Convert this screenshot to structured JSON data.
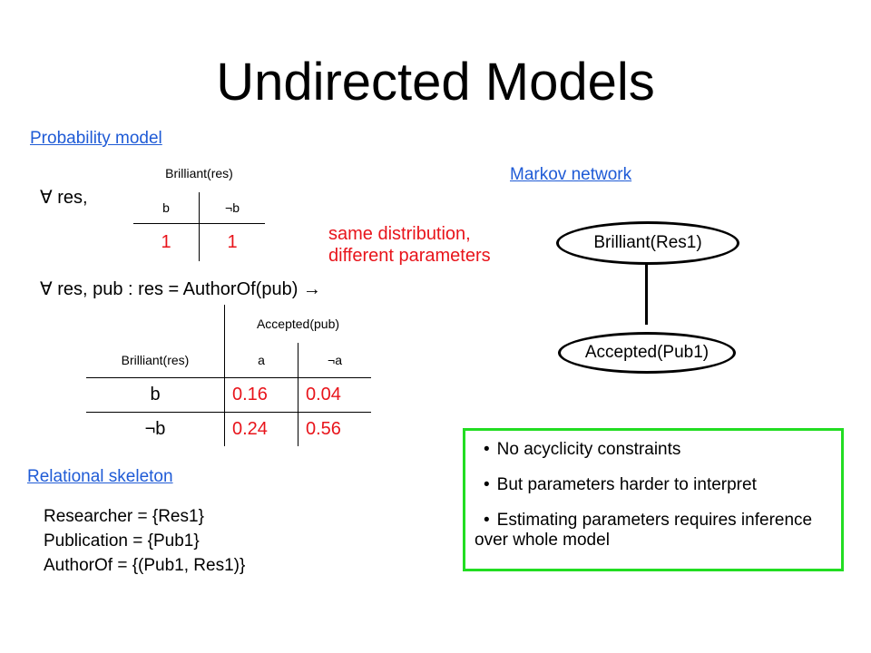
{
  "title": "Undirected Models",
  "links": {
    "probability_model": "Probability model",
    "markov_network": "Markov network",
    "relational_skeleton": "Relational skeleton"
  },
  "quantifier1": "∀ res,",
  "quantifier2": "∀ res, pub : res = AuthorOf(pub) →",
  "note": {
    "line1": "same distribution,",
    "line2": "different parameters"
  },
  "table1": {
    "header": "Brilliant(res)",
    "cols": [
      "b",
      "¬b"
    ],
    "values": [
      "1",
      "1"
    ]
  },
  "table2": {
    "col_group_header": "Accepted(pub)",
    "row_header": "Brilliant(res)",
    "cols": [
      "a",
      "¬a"
    ],
    "rows": [
      {
        "label": "b",
        "values": [
          "0.16",
          "0.04"
        ]
      },
      {
        "label": "¬b",
        "values": [
          "0.24",
          "0.56"
        ]
      }
    ]
  },
  "network": {
    "node1": "Brilliant(Res1)",
    "node2": "Accepted(Pub1)"
  },
  "skeleton": {
    "line1": "Researcher = {Res1}",
    "line2": "Publication = {Pub1}",
    "line3": "AuthorOf = {(Pub1, Res1)}"
  },
  "bullets": [
    "No acyclicity constraints",
    "But parameters harder to interpret",
    "Estimating parameters requires inference over whole model"
  ],
  "colors": {
    "link": "#1f5bd6",
    "parameter_red": "#e8141b",
    "box_green": "#22dd22"
  }
}
